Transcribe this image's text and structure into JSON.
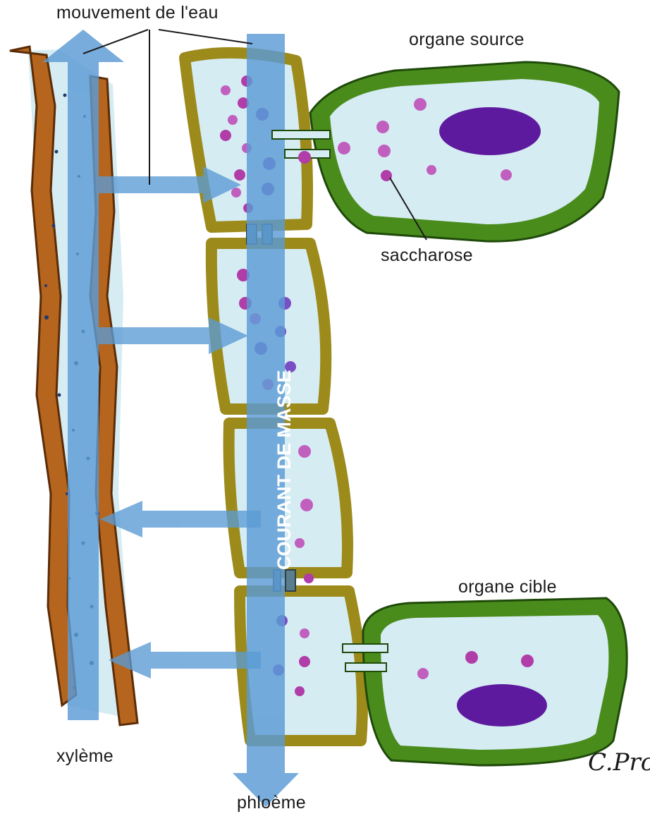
{
  "labels": {
    "water_movement": "mouvement de l'eau",
    "source_organ": "organe source",
    "sucrose": "saccharose",
    "mass_flow": "COURANT DE MASSE",
    "target_organ": "organe cible",
    "xylem": "xylème",
    "phloem": "phloème",
    "signature": "C.Proch"
  },
  "colors": {
    "xylem_wall": "#b5651d",
    "phloem_wall": "#9c8a1a",
    "cell_wall": "#4a8c1c",
    "cytoplasm": "#d6ecf3",
    "flow_arrow": "#5b9bd5",
    "sucrose": "#b03da8",
    "nucleus": "#5e1a9e"
  }
}
